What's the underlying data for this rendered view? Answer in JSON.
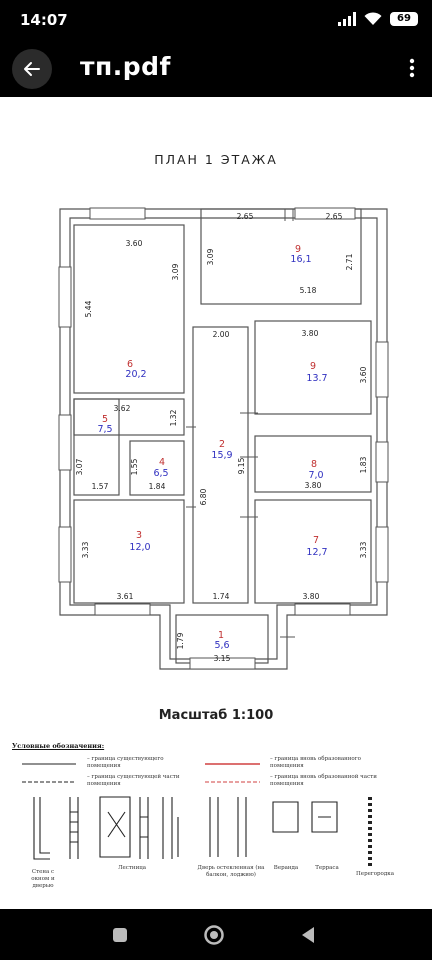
{
  "status": {
    "time": "14:07",
    "battery": "69"
  },
  "appbar": {
    "title": "тп.pdf"
  },
  "document": {
    "title": "ПЛАН 1 ЭТАЖА",
    "scale": "Масштаб 1:100",
    "rooms": [
      {
        "num": "1",
        "area": "5,6"
      },
      {
        "num": "2",
        "area": "15,9"
      },
      {
        "num": "3",
        "area": "12,0"
      },
      {
        "num": "4",
        "area": "6,5"
      },
      {
        "num": "5",
        "area": "7,5"
      },
      {
        "num": "6",
        "area": "20,2"
      },
      {
        "num": "7",
        "area": "12,7"
      },
      {
        "num": "8",
        "area": "7,0"
      },
      {
        "num": "9",
        "area": "13.7"
      },
      {
        "num": "9",
        "area": "16,1"
      }
    ],
    "dimensions": {
      "d265a": "2.65",
      "d265b": "2.65",
      "d309a": "3.09",
      "d271": "2.71",
      "d518": "5.18",
      "d360a": "3.60",
      "d309b": "3.09",
      "d544": "5.44",
      "d200": "2.00",
      "d380a": "3.80",
      "d360b": "3.60",
      "d362": "3.62",
      "d132": "1.32",
      "d307": "3.07",
      "d155": "1.55",
      "d157": "1.57",
      "d184": "1.84",
      "d915": "9.15",
      "d183": "1.83",
      "d380b": "3.80",
      "d680": "6.80",
      "d333a": "3.33",
      "d333b": "3.33",
      "d361": "3.61",
      "d174": "1.74",
      "d380c": "3.80",
      "d179": "1.79",
      "d315": "3.15"
    },
    "legend": {
      "title": "Условные обозначения:",
      "items": [
        "– граница существующего помещения",
        "– граница существующей части помещения",
        "– граница вновь образованного помещения",
        "– граница вновь образованной части помещения"
      ],
      "captions": [
        "Стена с окном и дверью",
        "Лестница",
        "Дверь остекленная (на балкон, лоджию)",
        "Веранда",
        "Терраса",
        "Перегородка"
      ]
    }
  }
}
